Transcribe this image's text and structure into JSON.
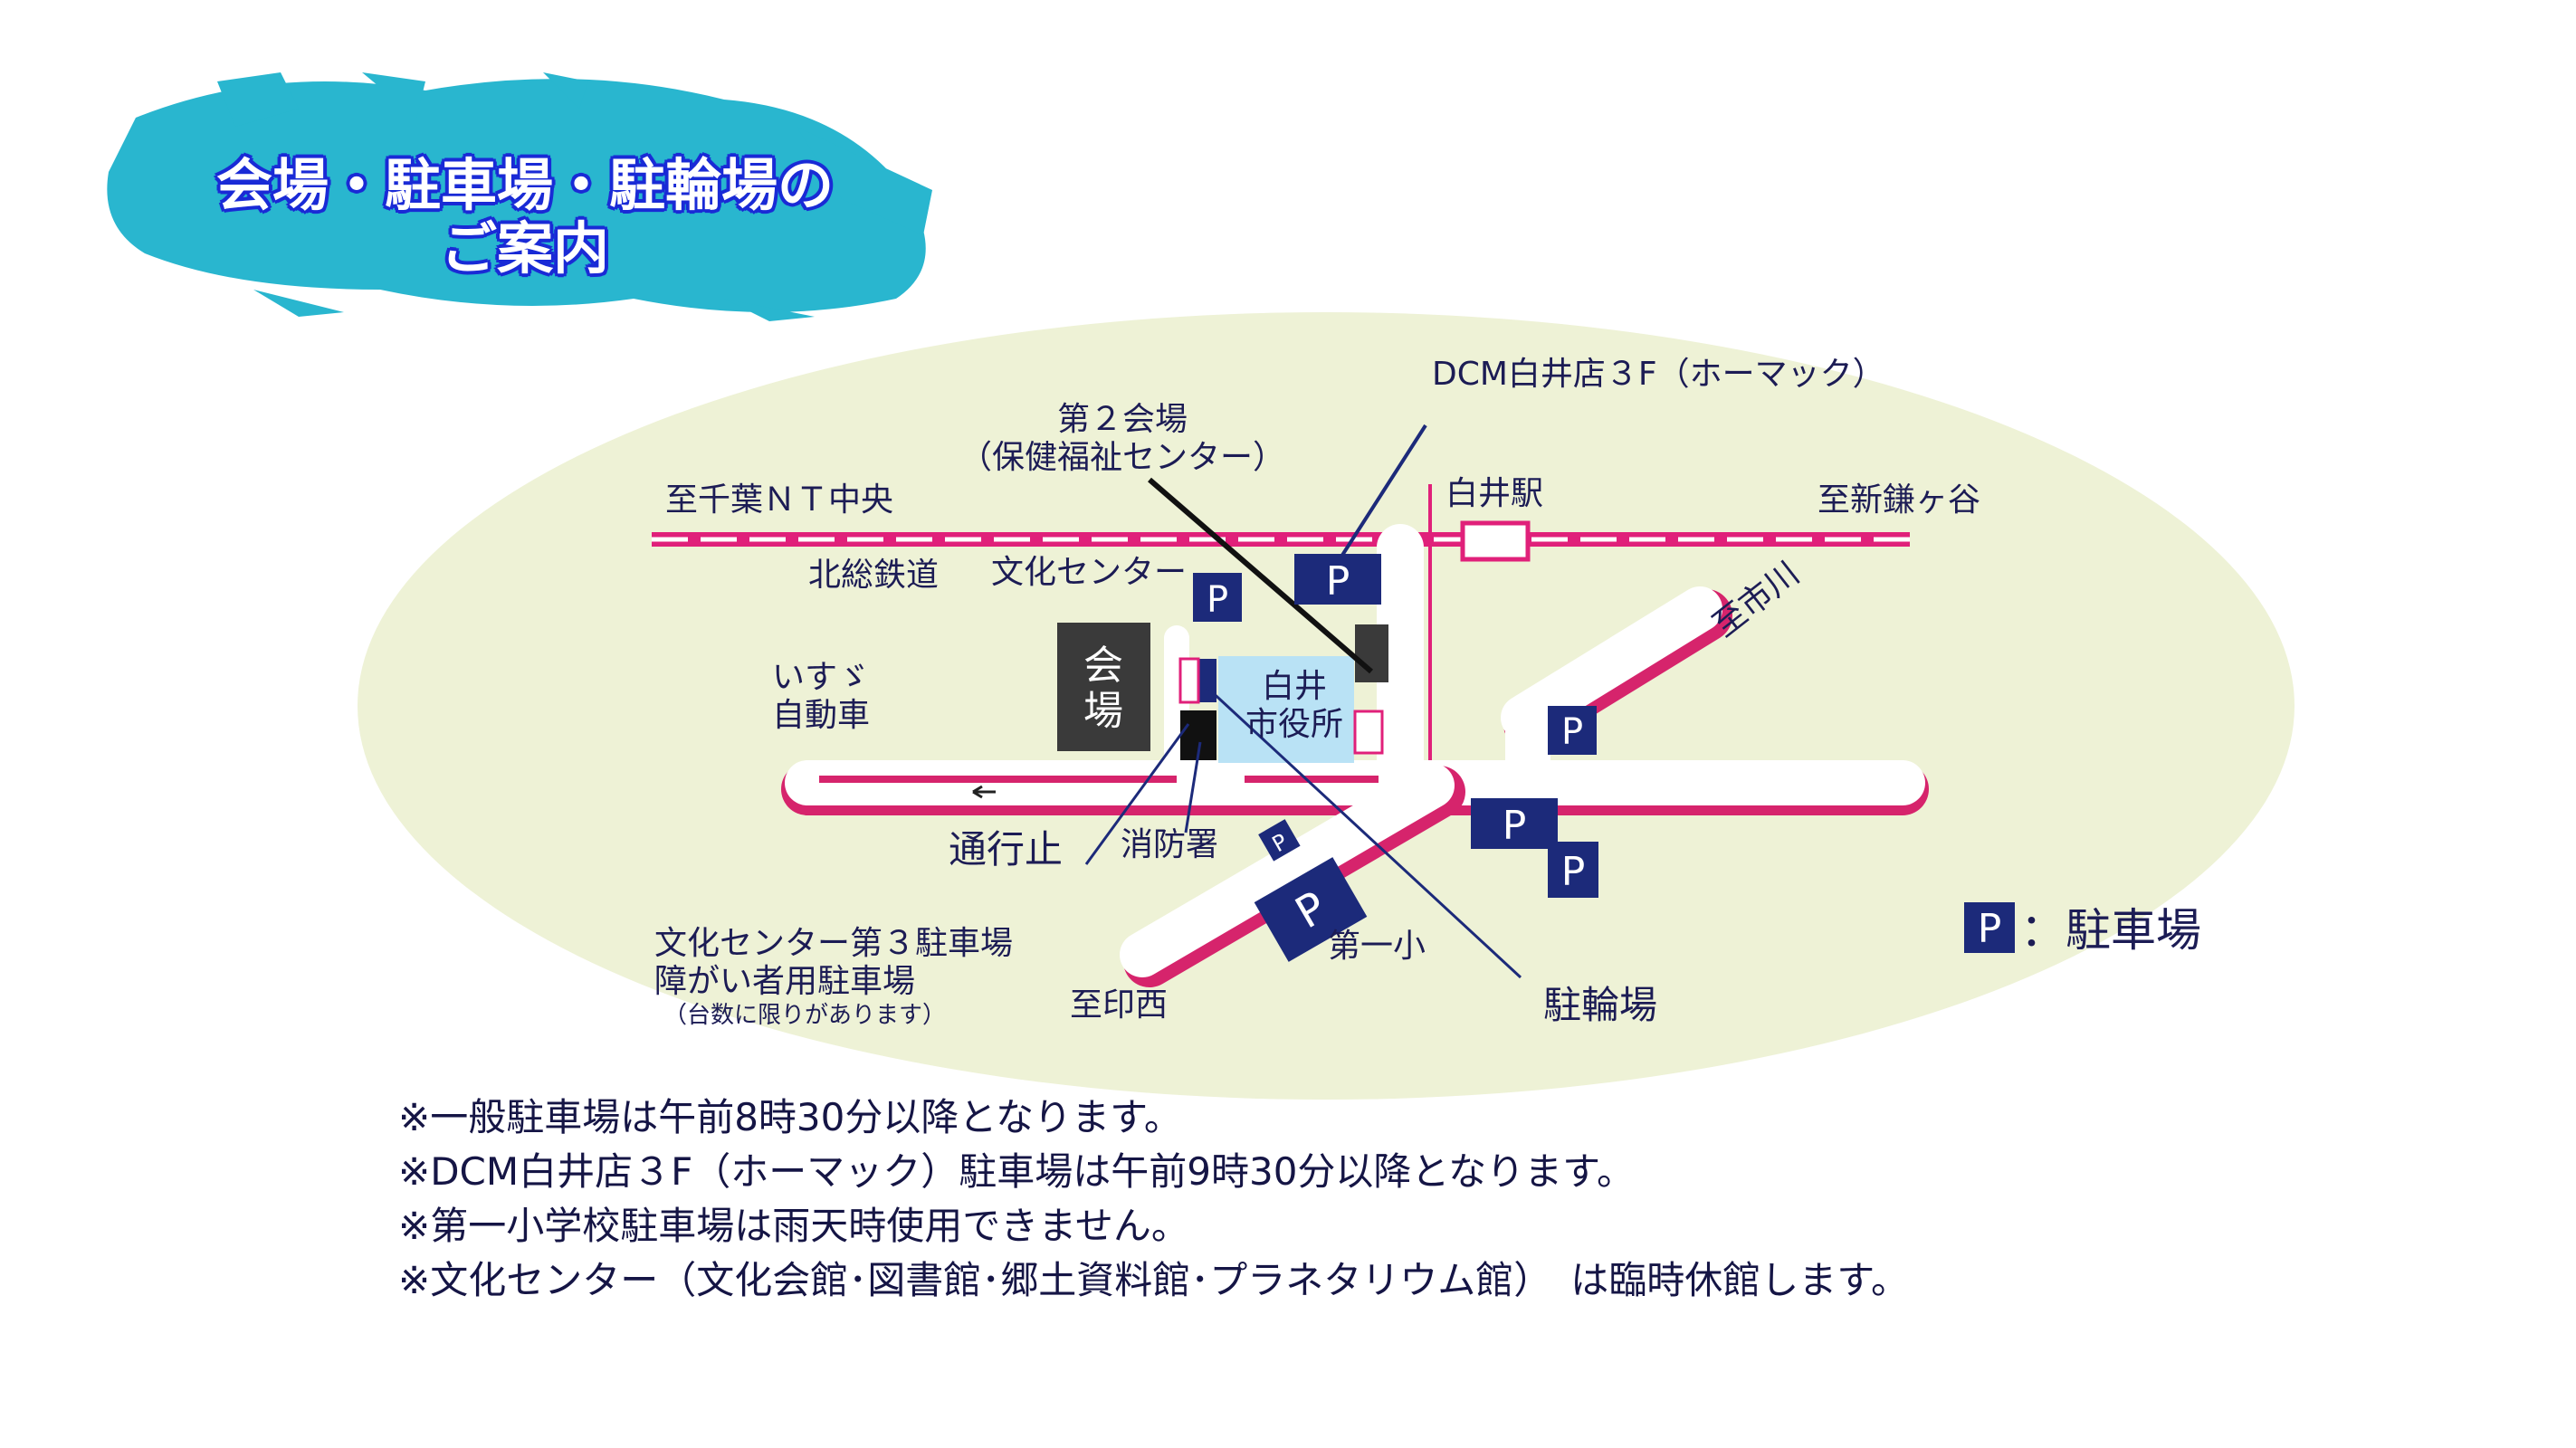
{
  "title": {
    "line1": "会場・駐車場・駐輪場の",
    "line2": "ご案内"
  },
  "colors": {
    "ellipse": "#eef2d6",
    "rail": "#e0207a",
    "road_edge": "#d6246c",
    "parking": "#1c2a7a",
    "banner": "#29b6cf",
    "city_hall": "#b9e2f5",
    "venue": "#3a3a3a"
  },
  "labels": {
    "dcm": "DCM白井店３F（ホーマック）",
    "second_venue_line1": "第２会場",
    "second_venue_line2": "（保健福祉センター）",
    "to_chiba_nt": "至千葉ＮＴ中央",
    "shiroi_station": "白井駅",
    "to_shinkamagaya": "至新鎌ヶ谷",
    "hokuso_railway": "北総鉄道",
    "bunka_center": "文化センター",
    "to_ichikawa": "至市川",
    "isuzu_line1": "いすゞ",
    "isuzu_line2": "自動車",
    "venue_line1": "会",
    "venue_line2": "場",
    "city_hall_line1": "白井",
    "city_hall_line2": "市役所",
    "closed": "通行止",
    "fire_station": "消防署",
    "daiichi": "第一小",
    "bicycle_parking": "駐輪場",
    "bunka_lot_line1": "文化センター第３駐車場",
    "bunka_lot_line2": "障がい者用駐車場",
    "bunka_lot_line3": "（台数に限りがあります）",
    "to_inzai": "至印西",
    "parking_symbol": "P",
    "legend_symbol": "P",
    "legend_text": "：駐車場"
  },
  "notes": [
    "※一般駐車場は午前8時30分以降となります。",
    "※DCM白井店３F（ホーマック）駐車場は午前9時30分以降となります。",
    "※第一小学校駐車場は雨天時使用できません。",
    "※文化センター（文化会館･図書館･郷土資料館･プラネタリウム館）　は臨時休館します。"
  ]
}
